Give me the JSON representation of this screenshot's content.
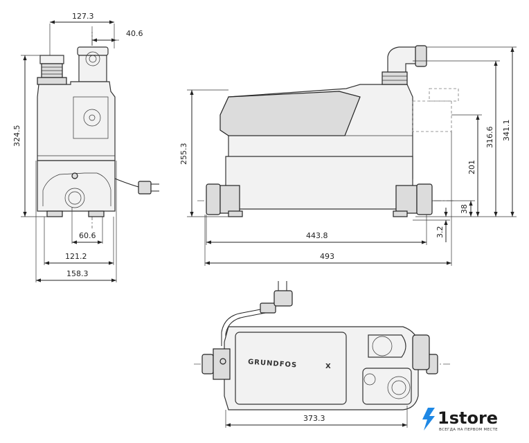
{
  "dimensions": {
    "d_127_3": "127.3",
    "d_40_6": "40.6",
    "d_324_5": "324.5",
    "d_60_6": "60.6",
    "d_121_2": "121.2",
    "d_158_3": "158.3",
    "d_255_3": "255.3",
    "d_443_8": "443.8",
    "d_493": "493",
    "d_201": "201",
    "d_316_6": "316.6",
    "d_341_1": "341.1",
    "d_38": "38",
    "d_3_2": "3.2",
    "d_373_3": "373.3"
  },
  "product_marking": "GRUNDFOS",
  "logo": {
    "name": "1store",
    "tagline": "ВСЕГДА НА ПЕРВОМ МЕСТЕ",
    "accent_color": "#1e88e5"
  }
}
